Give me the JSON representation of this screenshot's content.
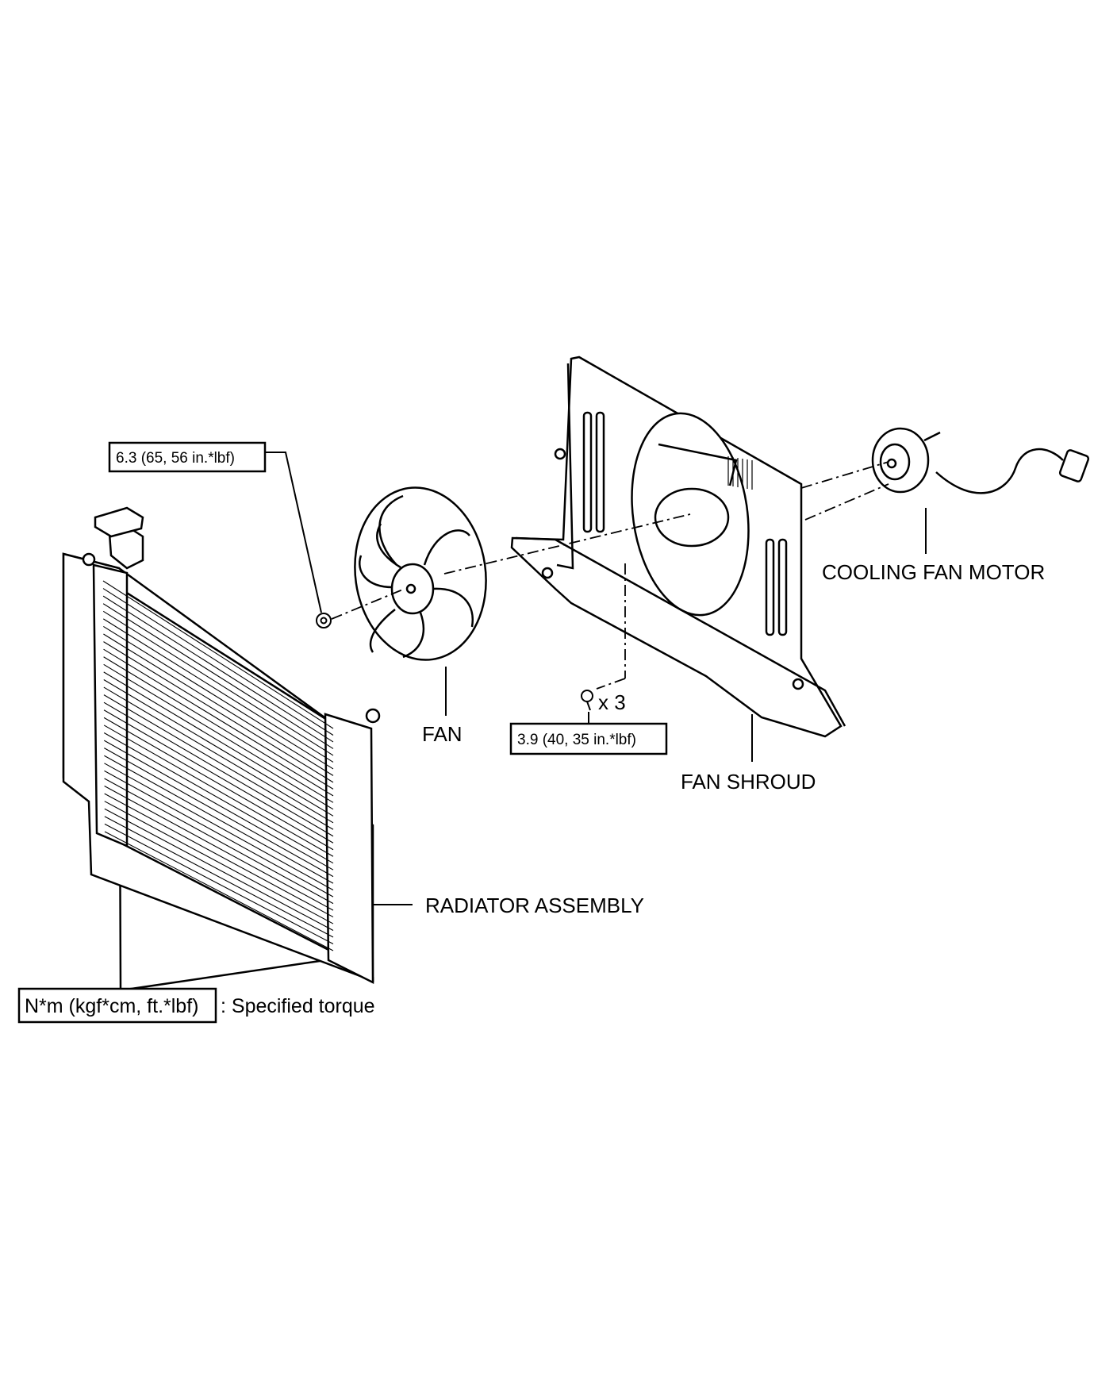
{
  "labels": {
    "cooling_fan_motor": "COOLING FAN MOTOR",
    "fan": "FAN",
    "fan_shroud": "FAN SHROUD",
    "radiator_assembly": "RADIATOR ASSEMBLY",
    "bolt_quantity": "x 3"
  },
  "torque_specs": {
    "fan_nut": "6.3 (65, 56 in.*lbf)",
    "shroud_bolt": "3.9 (40, 35 in.*lbf)"
  },
  "legend": {
    "unit_box": "N*m (kgf*cm, ft.*lbf)",
    "description": ": Specified torque"
  },
  "colors": {
    "line": "#000000",
    "background": "#ffffff"
  }
}
